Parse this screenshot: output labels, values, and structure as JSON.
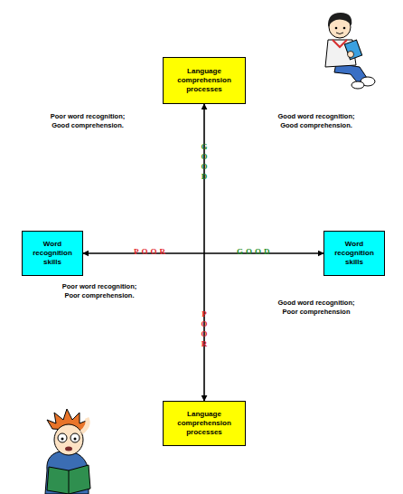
{
  "diagram": {
    "nodes": [
      {
        "text": [
          "Language comprehension processes"
        ]
      },
      {
        "text": [
          "Word recognition skills"
        ]
      },
      {
        "text": [
          "Word recognition skills"
        ]
      },
      {
        "text": [
          "Language comprehension processes"
        ]
      }
    ],
    "edges": [
      {
        "from": 0,
        "to": 3,
        "arrow": "both"
      },
      {
        "from": 1,
        "to": 2,
        "arrow": "both"
      }
    ],
    "labels": [
      "Poor word recognition; Good comprehension.",
      "Good word recognition; Good comprehension.",
      "GOOD",
      "POOR",
      "GOOD",
      "Poor word recognition; Poor comprehension.",
      "Good word recognition; Poor comprehension",
      "POOR"
    ]
  }
}
